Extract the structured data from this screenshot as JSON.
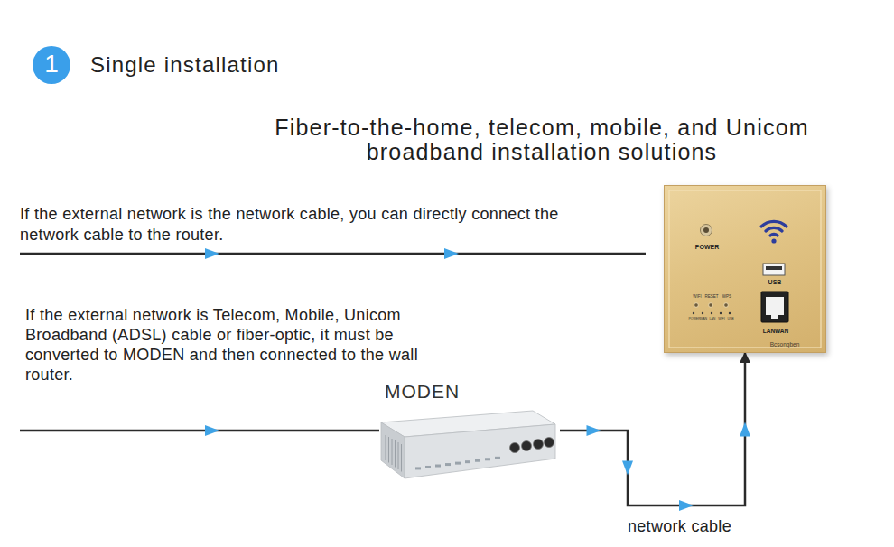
{
  "diagram": {
    "title": "Fiber-to-the-home, telecom, mobile, and Unicom broadband installation solutions",
    "nodes": [
      {
        "text": [
          "1"
        ]
      },
      {
        "text": [
          "POWER",
          "USB",
          "WIFI",
          "RESET",
          "WPS",
          "POWER",
          "WAN",
          "LAN",
          "WIFI",
          "USB",
          "LANWAN",
          "Bcsongben"
        ]
      },
      {
        "text": [
          "MODEN"
        ]
      }
    ],
    "edges": [
      {
        "from": 2,
        "to": 1,
        "arrow": "to",
        "label": "network cable"
      }
    ],
    "labels": [
      "Single installation",
      "If the external network is the network cable, you can directly connect the network cable to the router.",
      "If the external network is Telecom, Mobile, Unicom Broadband (ADSL) cable or fiber-optic, it must be converted to MODEN and then connected to the wall router."
    ]
  }
}
